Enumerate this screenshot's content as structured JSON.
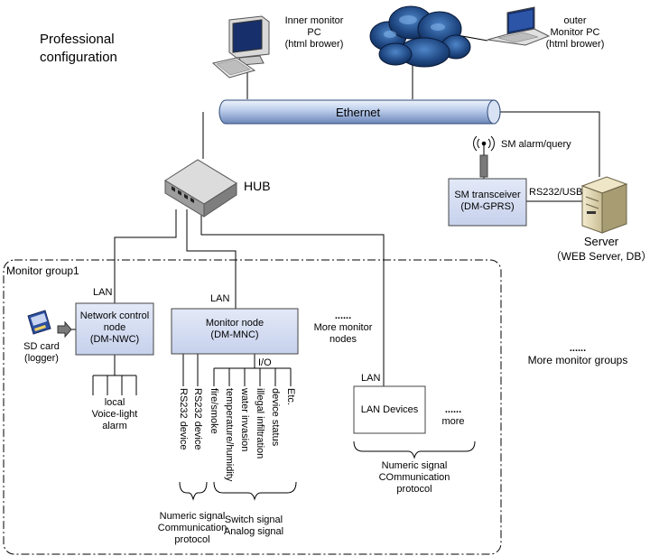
{
  "title": {
    "line1": "Professional",
    "line2": "configuration"
  },
  "inner_pc": {
    "line1": "Inner monitor",
    "line2": "PC",
    "line3": "(html brower)"
  },
  "outer_pc": {
    "line1": "outer",
    "line2": "Monitor PC",
    "line3": "(html brower)"
  },
  "ethernet_label": "Ethernet",
  "hub_label": "HUB",
  "sm_alarm_label": "SM alarm/query",
  "sm_transceiver": {
    "line1": "SM transceiver",
    "line2": "(DM-GPRS)"
  },
  "rs232usb_label": "RS232/USB",
  "server": {
    "line1": "Server",
    "line2": "（WEB Server, DB）"
  },
  "group_label": "Monitor group1",
  "more_groups": {
    "dots": "......",
    "label": "More monitor groups"
  },
  "lan_label": "LAN",
  "nwc_node": {
    "line1": "Network control",
    "line2": "node",
    "line3": "(DM-NWC)"
  },
  "mnc_node": {
    "line1": "Monitor node",
    "line2": "(DM-MNC)"
  },
  "more_nodes": {
    "dots": "......",
    "line1": "More monitor",
    "line2": "nodes"
  },
  "sd_card": {
    "line1": "SD card",
    "line2": "(logger)"
  },
  "local_alarm": {
    "line1": "local",
    "line2": "Voice-light",
    "line3": "alarm"
  },
  "rs232_devices": [
    "RS232 device",
    "RS232 device"
  ],
  "io_label": "I/O",
  "io_signals": [
    "fire/smoke",
    "temperature/humidity",
    "water invasion",
    "illegal infiltration",
    "device status",
    "Etc."
  ],
  "lan_devices_label": "LAN Devices",
  "more_devices": {
    "dots": "......",
    "label": "more"
  },
  "numeric_lan": {
    "line1": "Numeric signal",
    "line2": "COmmunication",
    "line3": "protocol"
  },
  "numeric_rs": {
    "line1": "Numeric signal",
    "line2": "Communication",
    "line3": "protocol"
  },
  "switch_signal": {
    "line1": "Switch signal",
    "line2": "Analog signal"
  },
  "colors": {
    "line": "#000000",
    "node_fill": "#cfd8ef",
    "node_stroke": "#444444",
    "cloud": "#1b3f78",
    "pipe": "#c3d3ee"
  }
}
